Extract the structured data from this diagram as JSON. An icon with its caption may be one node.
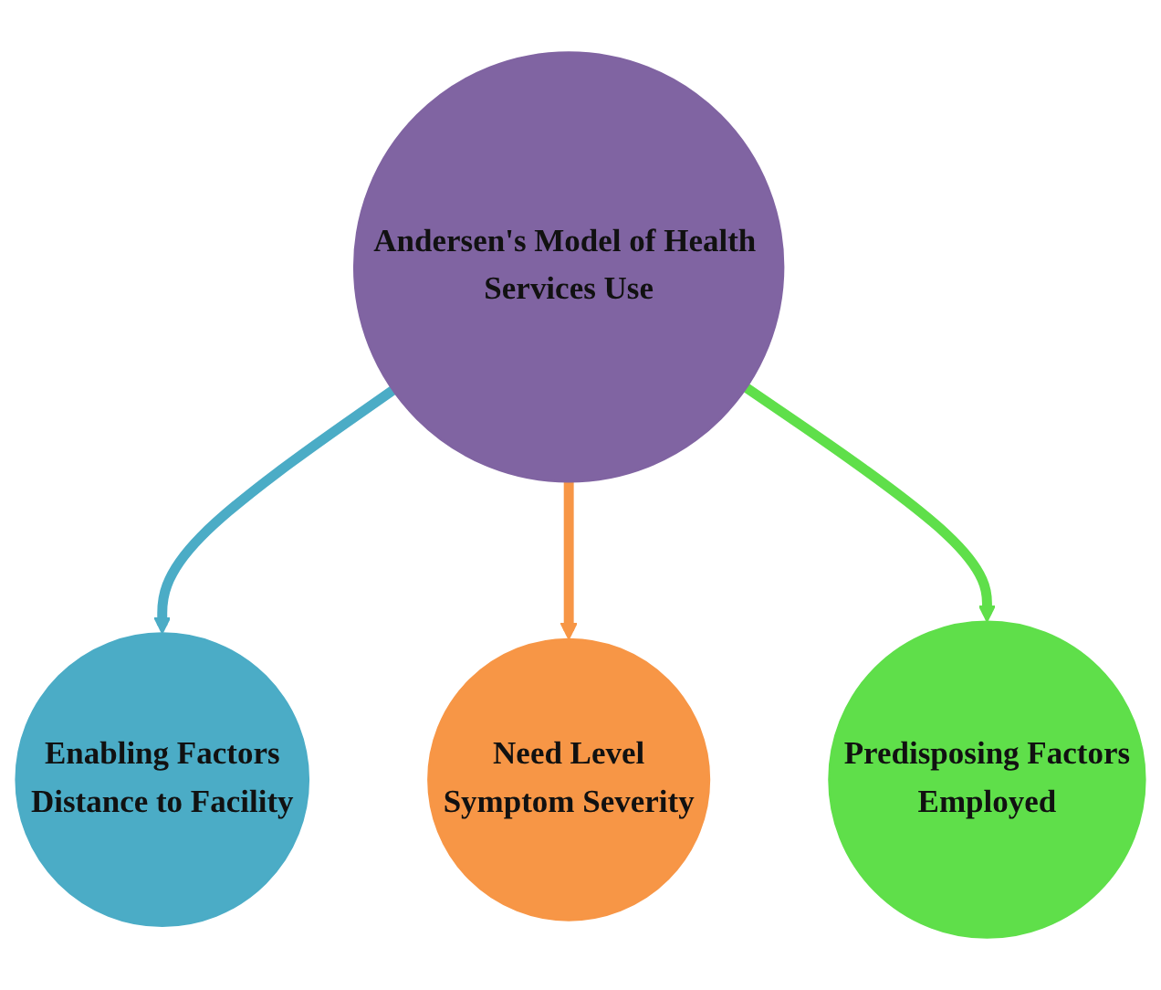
{
  "diagram": {
    "nodes": [
      {
        "text": [
          "Enabling Factors",
          "Distance to Facility"
        ]
      },
      {
        "text": [
          "Andersen's Model of Health Services Use"
        ]
      },
      {
        "text": [
          "Need Level",
          "Symptom Severity"
        ]
      },
      {
        "text": [
          "Predisposing Factors",
          "Employed"
        ]
      }
    ],
    "edges": [
      {
        "from": 1,
        "to": 0,
        "arrow": "to",
        "color": "#4bacc6"
      },
      {
        "from": 1,
        "to": 2,
        "arrow": "to",
        "color": "#f79646"
      },
      {
        "from": 1,
        "to": 3,
        "arrow": "to",
        "color": "#5fdf4a"
      }
    ]
  }
}
